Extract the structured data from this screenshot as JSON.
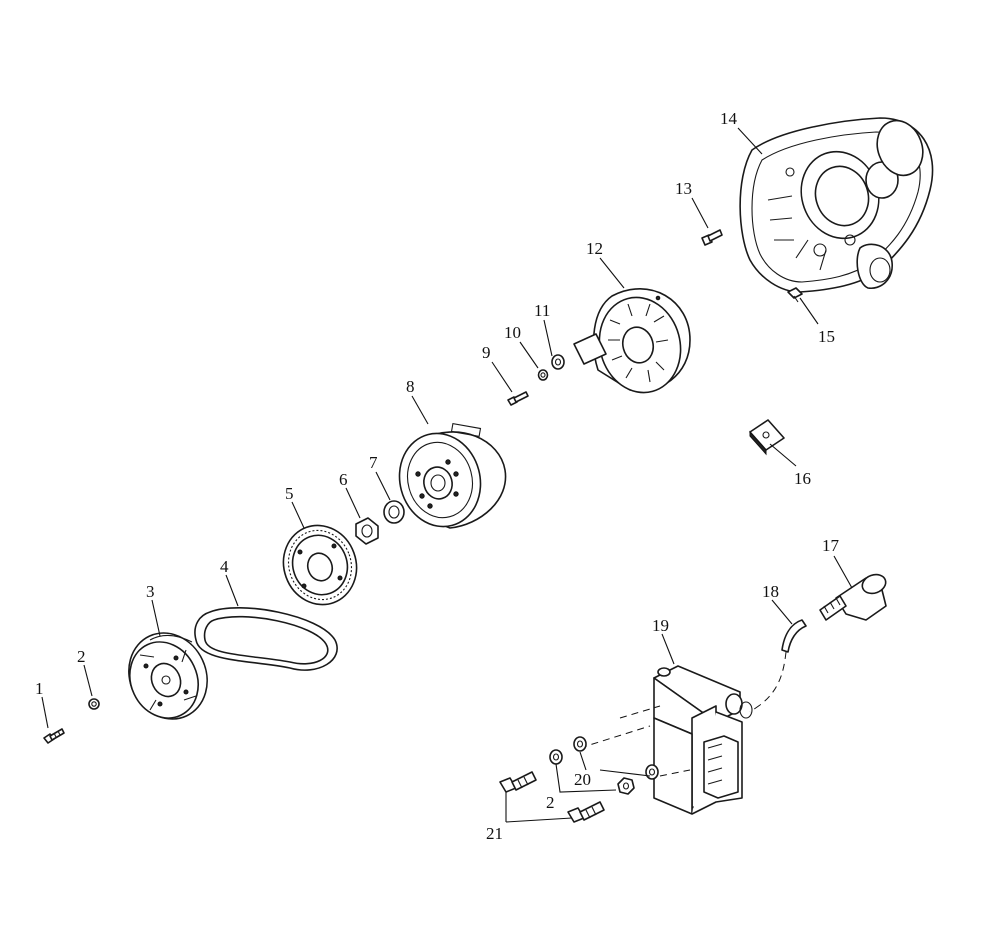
{
  "callouts": {
    "c1": "1",
    "c2": "2",
    "c3": "3",
    "c4": "4",
    "c5": "5",
    "c6": "6",
    "c7": "7",
    "c8": "8",
    "c9": "9",
    "c10": "10",
    "c11": "11",
    "c12": "12",
    "c13": "13",
    "c14": "14",
    "c15": "15",
    "c16": "16",
    "c17": "17",
    "c18": "18",
    "c19": "19",
    "c20": "20",
    "c2b": "2",
    "c21": "21"
  }
}
